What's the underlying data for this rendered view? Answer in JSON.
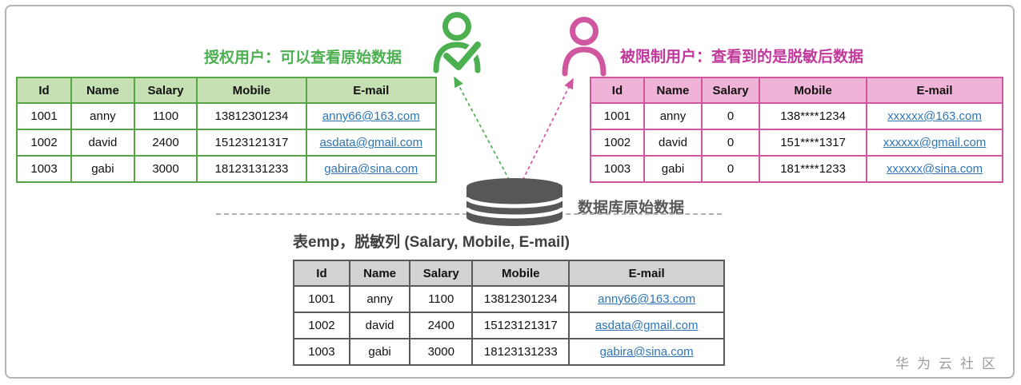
{
  "theme": {
    "green": "#4caf50",
    "greenBorder": "#55a546",
    "greenBg": "#c6e0b4",
    "pink": "#c2389b",
    "pinkAccent": "#d0569f",
    "pinkBg": "#efb3d7",
    "grayBorder": "#595959",
    "grayBg": "#d2d2d2",
    "dbGray": "#575757",
    "link": "#2e75b6",
    "frame": "#b3b3b3",
    "watermark": "#9c9c9c"
  },
  "authorized": {
    "title": "授权用户：可以查看原始数据",
    "icon": "user-check-icon",
    "table": {
      "headers": [
        "Id",
        "Name",
        "Salary",
        "Mobile",
        "E-mail"
      ],
      "link_column": 4,
      "rows": [
        [
          "1001",
          "anny",
          "1100",
          "13812301234",
          "anny66@163.com"
        ],
        [
          "1002",
          "david",
          "2400",
          "15123121317",
          "asdata@gmail.com"
        ],
        [
          "1003",
          "gabi",
          "3000",
          "18123131233",
          "gabira@sina.com"
        ]
      ]
    }
  },
  "restricted": {
    "title": "被限制用户：查看到的是脱敏后数据",
    "icon": "user-icon",
    "table": {
      "headers": [
        "Id",
        "Name",
        "Salary",
        "Mobile",
        "E-mail"
      ],
      "link_column": 4,
      "rows": [
        [
          "1001",
          "anny",
          "0",
          "138****1234",
          "xxxxxx@163.com"
        ],
        [
          "1002",
          "david",
          "0",
          "151****1317",
          "xxxxxx@gmail.com"
        ],
        [
          "1003",
          "gabi",
          "0",
          "181****1233",
          "xxxxxx@sina.com"
        ]
      ]
    }
  },
  "database": {
    "label": "数据库原始数据",
    "icon": "database-icon",
    "table_title": "表emp，脱敏列 (Salary, Mobile, E-mail)",
    "table": {
      "headers": [
        "Id",
        "Name",
        "Salary",
        "Mobile",
        "E-mail"
      ],
      "link_column": 4,
      "rows": [
        [
          "1001",
          "anny",
          "1100",
          "13812301234",
          "anny66@163.com"
        ],
        [
          "1002",
          "david",
          "2400",
          "15123121317",
          "asdata@gmail.com"
        ],
        [
          "1003",
          "gabi",
          "3000",
          "18123131233",
          "gabira@sina.com"
        ]
      ]
    }
  },
  "watermark": "华为云社区"
}
